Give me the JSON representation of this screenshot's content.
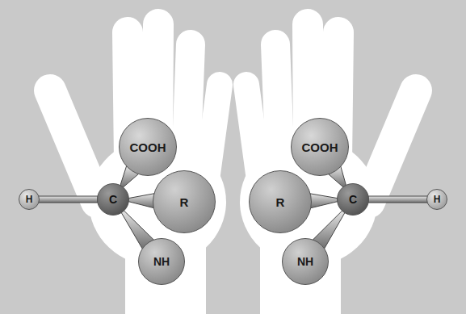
{
  "diagram": {
    "nodes": [
      {
        "text": [
          "COOH"
        ]
      },
      {
        "text": [
          "H"
        ]
      },
      {
        "text": [
          "C"
        ]
      },
      {
        "text": [
          "R"
        ]
      },
      {
        "text": [
          "NH"
        ]
      },
      {
        "text": [
          "COOH"
        ]
      },
      {
        "text": [
          "R"
        ]
      },
      {
        "text": [
          "C"
        ]
      },
      {
        "text": [
          "H"
        ]
      },
      {
        "text": [
          "NH"
        ]
      }
    ],
    "edges": [
      {
        "from": 2,
        "to": 1,
        "arrow": "none"
      },
      {
        "from": 2,
        "to": 0,
        "arrow": "none"
      },
      {
        "from": 2,
        "to": 3,
        "arrow": "none"
      },
      {
        "from": 2,
        "to": 4,
        "arrow": "none"
      },
      {
        "from": 7,
        "to": 8,
        "arrow": "none"
      },
      {
        "from": 7,
        "to": 5,
        "arrow": "none"
      },
      {
        "from": 7,
        "to": 6,
        "arrow": "none"
      },
      {
        "from": 7,
        "to": 9,
        "arrow": "none"
      }
    ]
  }
}
